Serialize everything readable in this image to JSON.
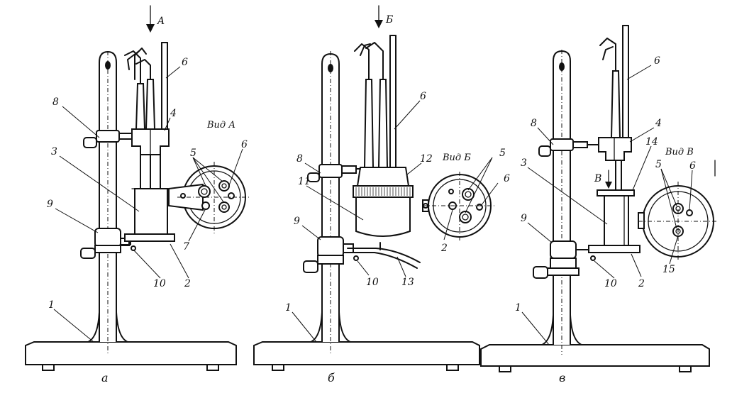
{
  "figure": {
    "captions": [
      "а",
      "б",
      "в"
    ],
    "arrows": [
      "A",
      "Б",
      "В"
    ],
    "views": [
      "Вид А",
      "Вид Б",
      "Вид В"
    ],
    "labels": {
      "a": [
        "8",
        "3",
        "9",
        "1",
        "6",
        "4",
        "5",
        "6",
        "7",
        "2",
        "10"
      ],
      "b": [
        "8",
        "11",
        "9",
        "1",
        "6",
        "12",
        "5",
        "6",
        "2",
        "10",
        "13"
      ],
      "v": [
        "8",
        "3",
        "9",
        "1",
        "6",
        "4",
        "14",
        "5",
        "6",
        "15",
        "2",
        "10"
      ]
    }
  }
}
